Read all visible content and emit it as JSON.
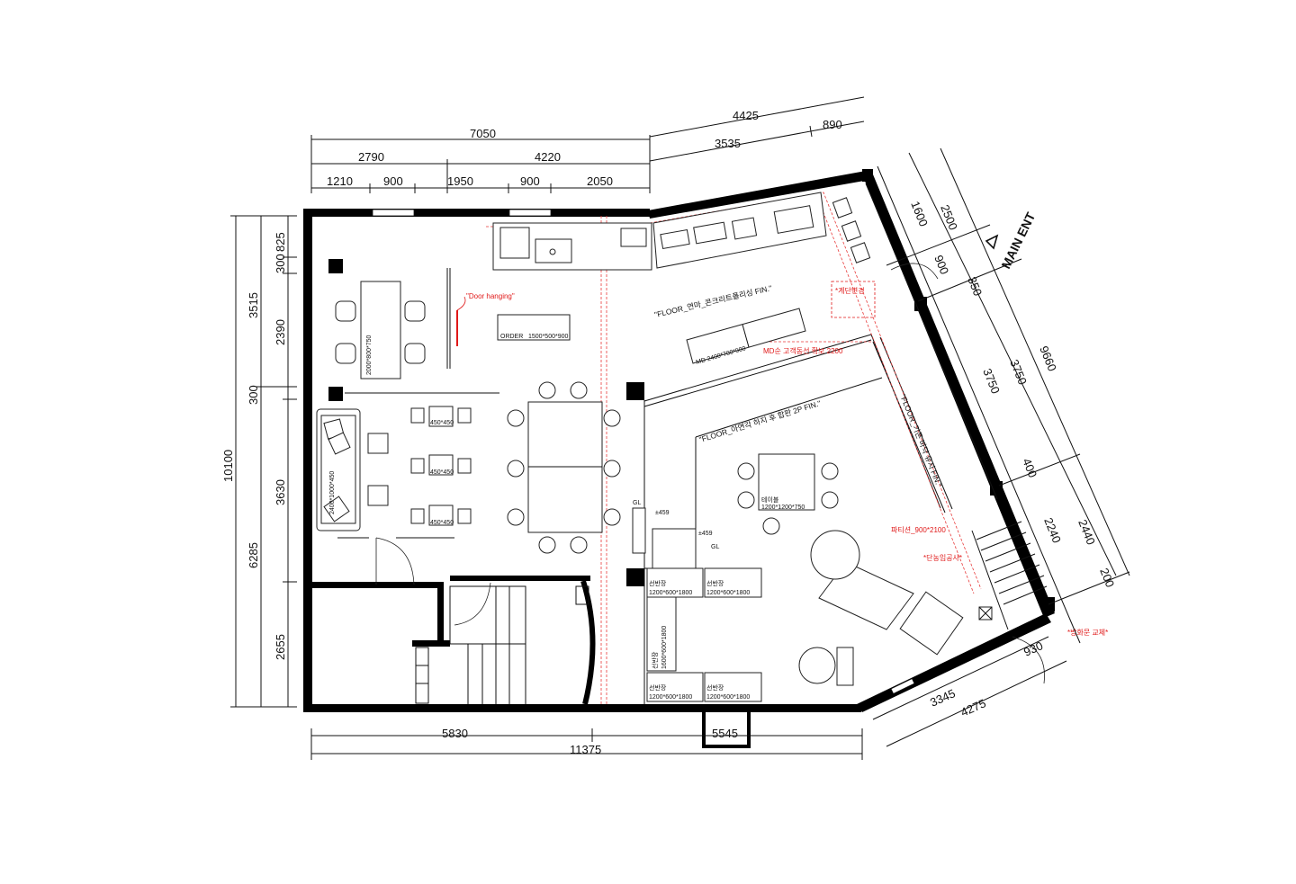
{
  "dimensions": {
    "top": {
      "overall_left": "7050",
      "row2": [
        "2790",
        "4220"
      ],
      "row3": [
        "1210",
        "900",
        "1950",
        "900",
        "2050"
      ]
    },
    "top_right": {
      "overall": "4425",
      "row2": [
        "3535",
        "890"
      ]
    },
    "left": {
      "overall": "10100",
      "mid": [
        "3515",
        "6285"
      ],
      "inner": [
        "300",
        "825",
        "2390",
        "300",
        "3630",
        "2655"
      ]
    },
    "right": {
      "outer": [
        "2500",
        "9660",
        "2440"
      ],
      "inner": [
        "1600",
        "900",
        "350",
        "3750",
        "3750",
        "400",
        "2240",
        "200"
      ]
    },
    "bottom": {
      "segments": [
        "5830",
        "5545"
      ],
      "overall": "11375",
      "diag": [
        "3345",
        "4275",
        "930"
      ]
    }
  },
  "labels": {
    "main_ent": "MAIN ENT",
    "floor_1": "\"FLOOR_연마_콘크리트폴리싱 FIN.\"",
    "floor_2": "\"FLOOR_아연각 하지 후 합판 2P FIN.\"",
    "floor_3": "\"FLOOR_기존 바닥 유지 FIN.\"",
    "order": "ORDER",
    "order_size": "1500*500*900",
    "md": "MD 2400*700*900",
    "table_left": "2000*800*750",
    "sofa": "2400*1000*450",
    "stool_1": "450*450",
    "stool_2": "450*450",
    "stool_3": "450*450",
    "table": "테이블",
    "table_size": "1200*1200*750",
    "gl_1": "GL",
    "level_1": "±459",
    "level_2": "±459",
    "gl_2": "GL",
    "shelf_1": "선반장",
    "shelf_1_size": "1200*600*1800",
    "shelf_2": "선반장",
    "shelf_2_size": "1200*600*1800",
    "shelf_3": "선반장",
    "shelf_3_size": "1600*600*1800",
    "shelf_4": "선반장",
    "shelf_4_size": "1200*600*1800",
    "shelf_5": "선반장",
    "shelf_5_size": "1200*600*1800"
  },
  "red_notes": {
    "door_hanging": "\"Door hanging\"",
    "stair": "*계단변경",
    "md_note": "MD순 고객동선 확보 2200",
    "partition": "파티션_900*2100",
    "insulation": "*단농임공사*",
    "window": "*방화문 교체*"
  }
}
